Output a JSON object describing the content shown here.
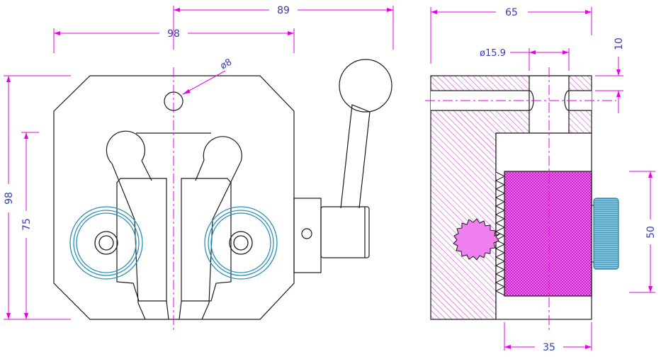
{
  "dimensions": {
    "width_89": "89",
    "width_98": "98",
    "hole_dia": "ø8",
    "height_98": "98",
    "height_75": "75",
    "side_width_65": "65",
    "bore_dia": "ø15.9",
    "flange_10": "10",
    "insert_height_50": "50",
    "insert_width_35": "35"
  },
  "colors": {
    "outline": "#1a1a1a",
    "dimension_line": "#e600e6",
    "dimension_text": "#3a3ab8",
    "hatch": "#d63cd6",
    "rollers": "#2a8fb8",
    "knob": "#4aa3c8"
  }
}
